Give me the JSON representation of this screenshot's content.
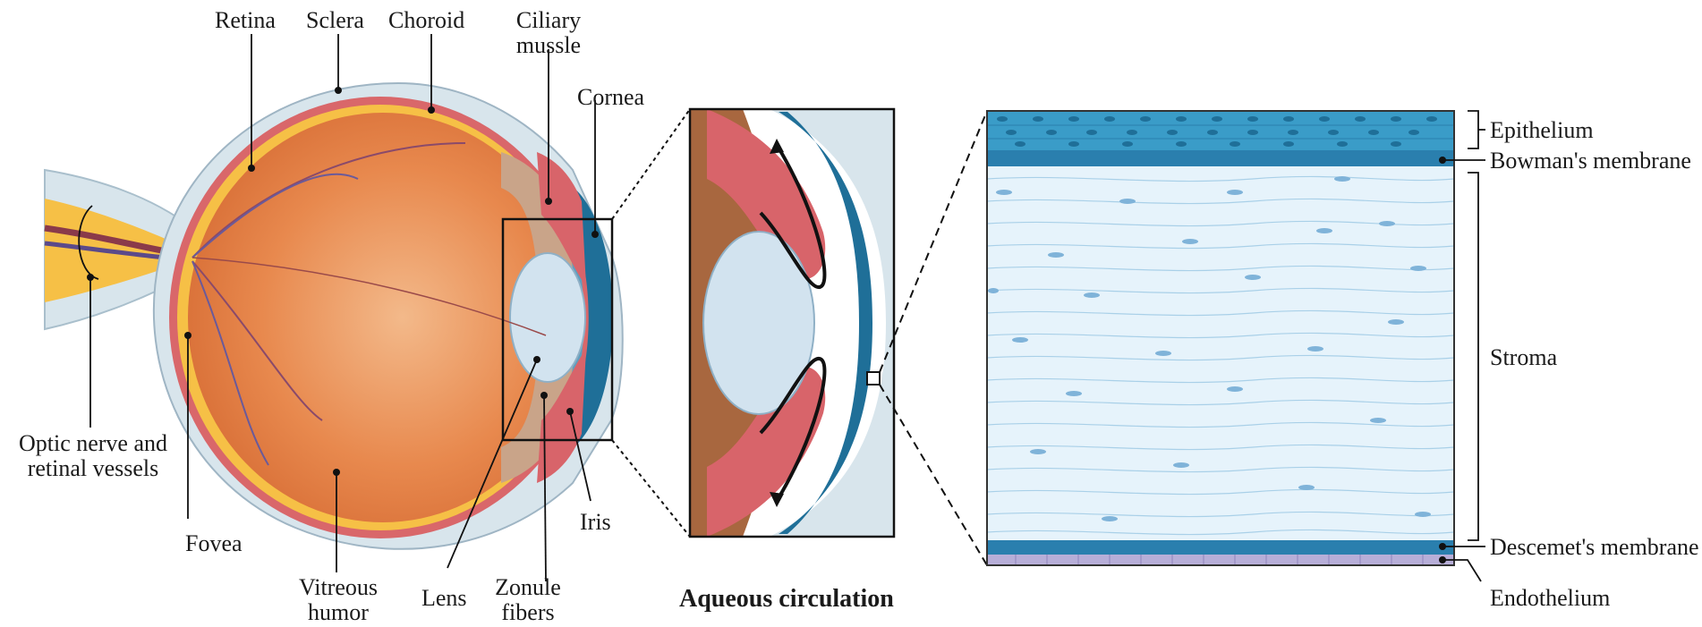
{
  "eye_labels": {
    "retina": "Retina",
    "sclera": "Sclera",
    "choroid": "Choroid",
    "ciliary_1": "Ciliary",
    "ciliary_2": "mussle",
    "cornea": "Cornea",
    "optic_1": "Optic nerve and",
    "optic_2": "retinal vessels",
    "fovea": "Fovea",
    "vitreous_1": "Vitreous",
    "vitreous_2": "humor",
    "lens": "Lens",
    "zonule_1": "Zonule",
    "zonule_2": "fibers",
    "iris": "Iris"
  },
  "inset_title": "Aqueous circulation",
  "cornea_layers": {
    "epithelium": "Epithelium",
    "bowman": "Bowman's membrane",
    "stroma": "Stroma",
    "descemet": "Descemet's membrane",
    "endothelium": "Endothelium"
  },
  "colors": {
    "vitreous": "#e8894e",
    "sclera": "#d8e5ec",
    "choroid": "#d9676a",
    "retina": "#f6c046",
    "cornea": "#1f6f98",
    "lens": "#d2e3ef",
    "stroma": "#e6f3fb",
    "epithelium": "#3a9cc8",
    "endothelium": "#b7aed8"
  }
}
